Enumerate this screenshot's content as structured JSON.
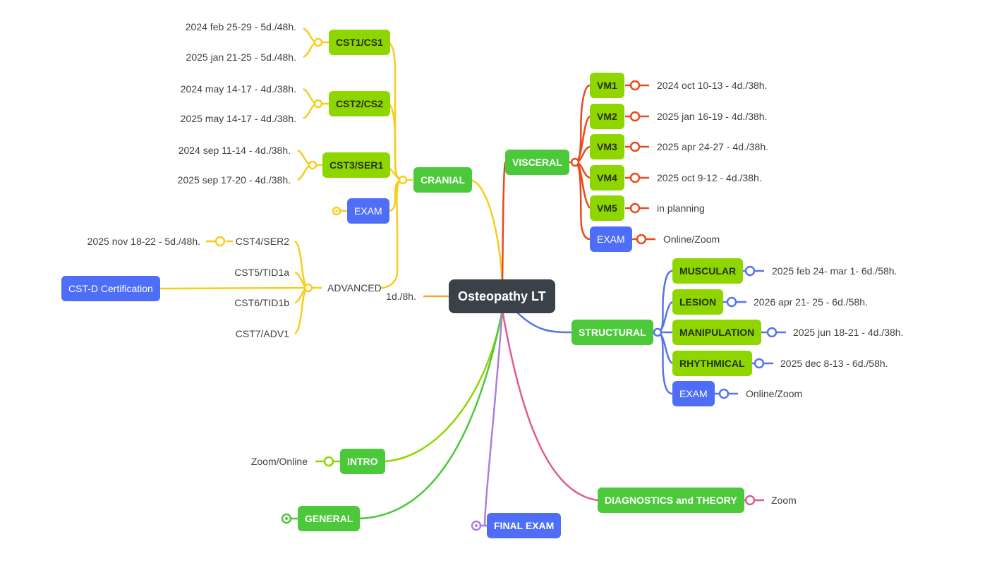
{
  "root": "Osteopathy LT",
  "root_note": "1d./8h.",
  "cranial": {
    "label": "CRANIAL",
    "cst1": {
      "label": "CST1/CS1",
      "dates": [
        "2024 feb 25-29 - 5d./48h.",
        "2025 jan 21-25 - 5d./48h."
      ]
    },
    "cst2": {
      "label": "CST2/CS2",
      "dates": [
        "2024 may 14-17 - 4d./38h.",
        "2025 may 14-17 - 4d./38h."
      ]
    },
    "cst3": {
      "label": "CST3/SER1",
      "dates": [
        "2024 sep 11-14 - 4d./38h.",
        "2025 sep 17-20 - 4d./38h."
      ]
    },
    "exam": "EXAM",
    "advanced": {
      "label": "ADVANCED",
      "items": [
        "CST4/SER2",
        "CST5/TID1a",
        "CST6/TID1b",
        "CST7/ADV1"
      ],
      "cst4_date": "2025 nov 18-22 - 5d./48h.",
      "certification": "CST-D Certification"
    }
  },
  "visceral": {
    "label": "VISCERAL",
    "items": [
      {
        "label": "VM1",
        "note": "2024 oct 10-13 - 4d./38h."
      },
      {
        "label": "VM2",
        "note": "2025 jan 16-19 - 4d./38h."
      },
      {
        "label": "VM3",
        "note": "2025 apr 24-27 - 4d./38h."
      },
      {
        "label": "VM4",
        "note": "2025 oct 9-12 - 4d./38h."
      },
      {
        "label": "VM5",
        "note": "in planning"
      }
    ],
    "exam": {
      "label": "EXAM",
      "note": "Online/Zoom"
    }
  },
  "structural": {
    "label": "STRUCTURAL",
    "items": [
      {
        "label": "MUSCULAR",
        "note": "2025 feb 24- mar 1- 6d./58h."
      },
      {
        "label": "LESION",
        "note": "2026 apr 21- 25 - 6d./58h."
      },
      {
        "label": "MANIPULATION",
        "note": "2025 jun 18-21 - 4d./38h."
      },
      {
        "label": "RHYTHMICAL",
        "note": "2025 dec 8-13 - 6d./58h."
      }
    ],
    "exam": {
      "label": "EXAM",
      "note": "Online/Zoom"
    }
  },
  "intro": {
    "label": "INTRO",
    "note": "Zoom/Online"
  },
  "general": {
    "label": "GENERAL"
  },
  "final_exam": {
    "label": "FINAL EXAM"
  },
  "diagnostics": {
    "label": "DIAGNOSTICS and THEORY",
    "note": "Zoom"
  },
  "colors": {
    "cranial": "#f7cd1c",
    "visceral": "#e84a1b",
    "structural": "#5674e8",
    "intro": "#8fd600",
    "general": "#4cc93a",
    "final": "#a980e0",
    "diagnostics": "#e05c8c",
    "note_line": "#f5a623"
  }
}
